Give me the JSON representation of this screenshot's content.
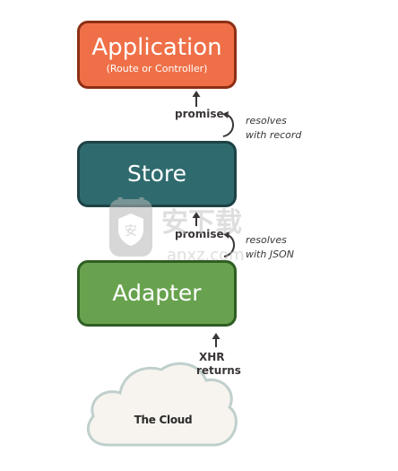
{
  "diagram": {
    "application": {
      "title": "Application",
      "subtitle": "(Route or Controller)"
    },
    "store": {
      "title": "Store"
    },
    "adapter": {
      "title": "Adapter"
    },
    "cloud": {
      "label": "The Cloud"
    },
    "edges": {
      "store_to_app": {
        "label": "promise",
        "note_line1": "resolves",
        "note_line2": "with record"
      },
      "adapter_to_store": {
        "label": "promise",
        "note_line1": "resolves",
        "note_line2": "with JSON"
      },
      "cloud_to_adapter": {
        "label_line1": "XHR",
        "label_line2": "returns"
      }
    }
  },
  "colors": {
    "application_fill": "#ef7048",
    "application_border": "#8c2f15",
    "store_fill": "#2f6b6e",
    "store_border": "#1d4245",
    "adapter_fill": "#68a24f",
    "adapter_border": "#2f5e23",
    "cloud_fill": "#f7f4ef",
    "cloud_border": "#bfd0cc",
    "text_dark": "#3a3636"
  },
  "watermark": {
    "text_cn": "安下载",
    "text_domain": "anxz.com",
    "icon": "shield-icon"
  }
}
